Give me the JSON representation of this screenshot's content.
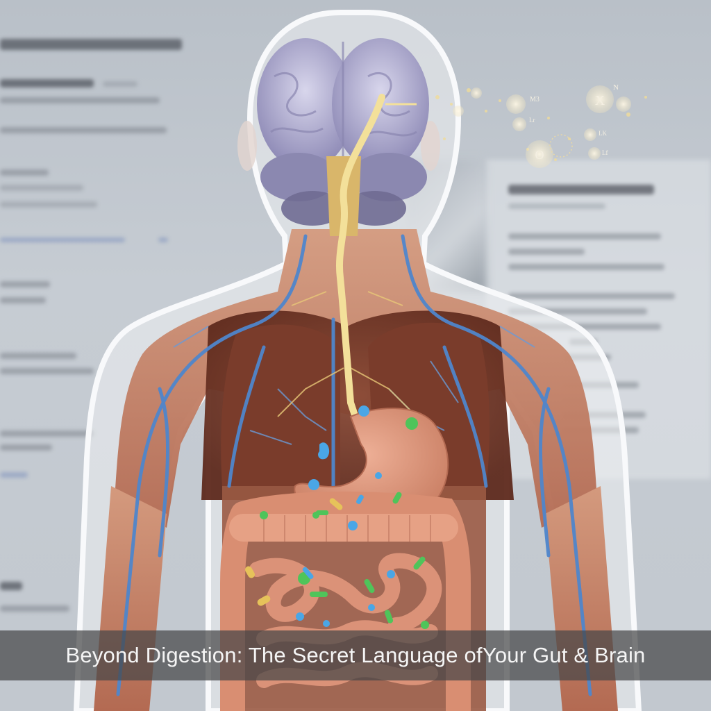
{
  "caption": {
    "text": "Beyond Digestion: The Secret Language ofYour Gut & Brain"
  },
  "illustration": {
    "subject": "gut-brain axis anatomical render",
    "regions": [
      "brain",
      "vagus-nerve",
      "lungs",
      "stomach",
      "colon",
      "small-intestine",
      "veins",
      "gut-bacteria"
    ],
    "colors": {
      "brain": "#b9b6d6",
      "nerve": "#f3e09a",
      "muscle": "#c88468",
      "organ": "#d98e72",
      "vein": "#4f86cc",
      "bacteria_green": "#4fc45a",
      "bacteria_blue": "#4aa6e6",
      "bacteria_yellow": "#e6c25a",
      "skin_outline": "#f3f4f6"
    }
  },
  "molecules": [
    {
      "symbol": "X",
      "label": "N"
    },
    {
      "symbol": "O",
      "label": ""
    },
    {
      "symbol": "",
      "label": "M3"
    },
    {
      "symbol": "",
      "label": "Lr"
    },
    {
      "symbol": "",
      "label": "LK"
    },
    {
      "symbol": "",
      "label": "Lf"
    }
  ],
  "background": {
    "description": "blurred document page (illegible text)"
  }
}
